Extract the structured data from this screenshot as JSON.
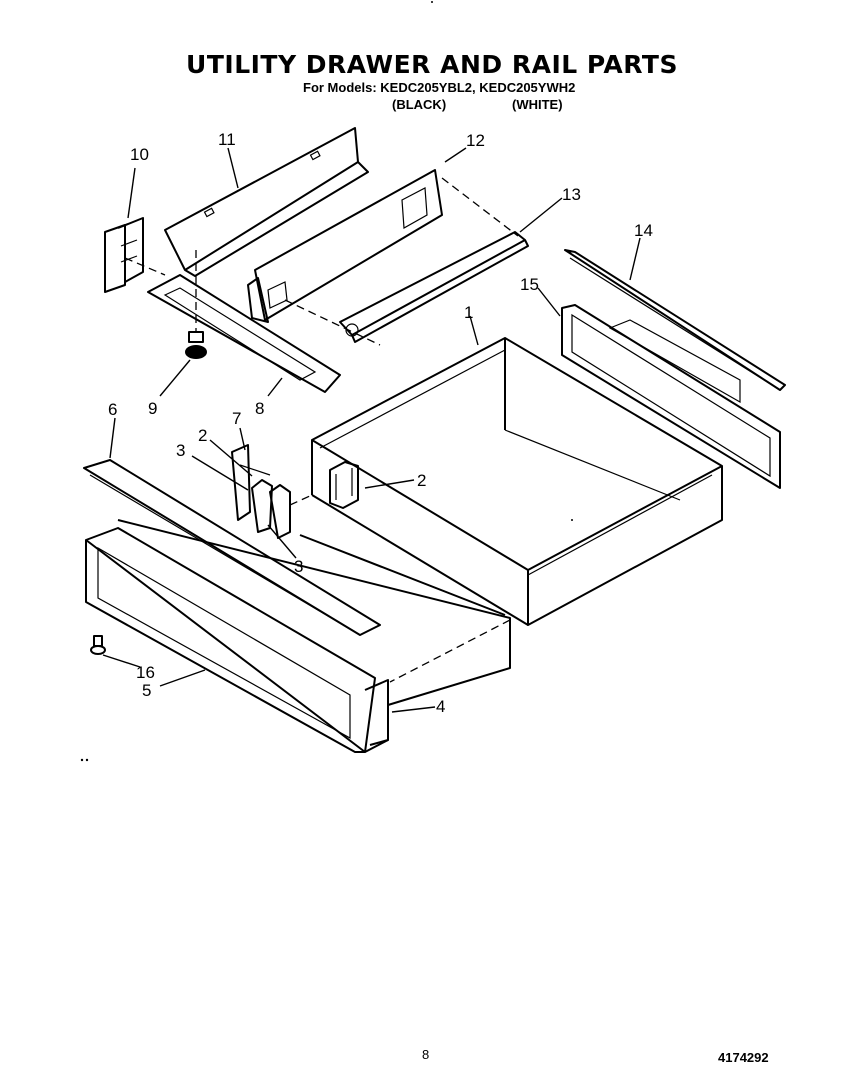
{
  "title": "UTILITY DRAWER AND RAIL PARTS",
  "models_line": "For Models: KEDC205YBL2, KEDC205YWH2",
  "color_black": "(BLACK)",
  "color_white": "(WHITE)",
  "page_number": "8",
  "document_number": "4174292",
  "callouts": {
    "c1": "1",
    "c2a": "2",
    "c2b": "2",
    "c3a": "3",
    "c3b": "3",
    "c4": "4",
    "c5": "5",
    "c6": "6",
    "c7": "7",
    "c8": "8",
    "c9": "9",
    "c10": "10",
    "c11": "11",
    "c12": "12",
    "c13": "13",
    "c14": "14",
    "c15": "15",
    "c16": "16"
  }
}
